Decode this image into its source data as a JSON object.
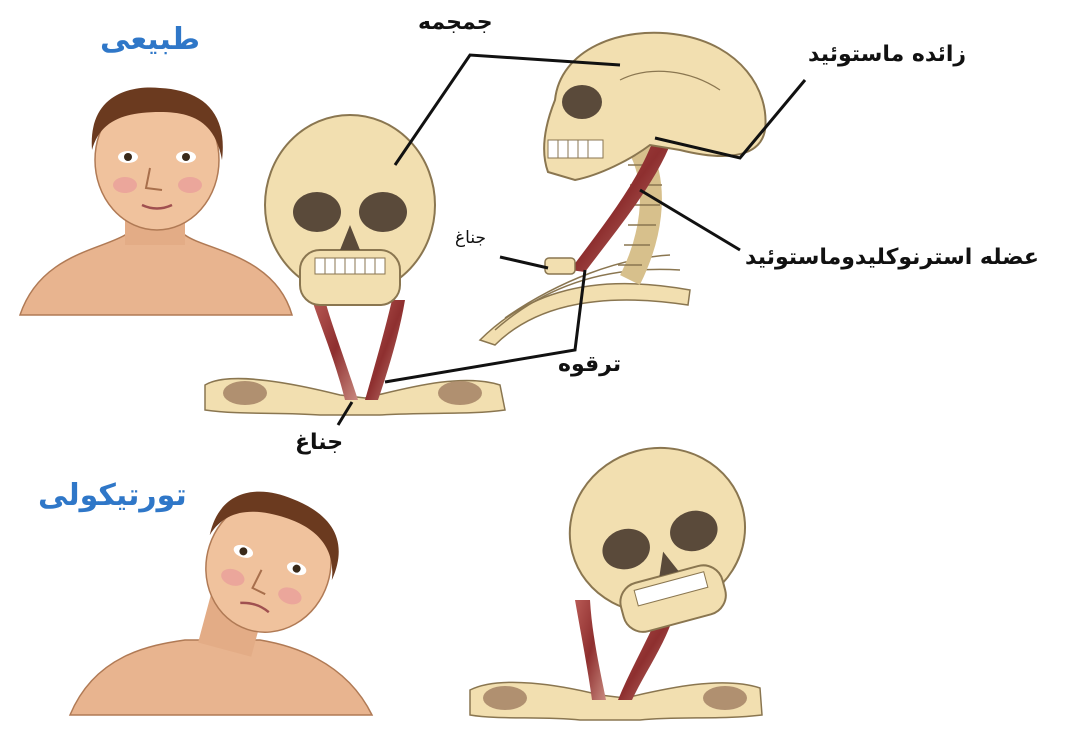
{
  "labels": {
    "normal_title": "طبیعی",
    "torticollis_title": "تورتیکولی",
    "skull": "جمجمه",
    "mastoid_process": "زائده ماستوئید",
    "scm_muscle": "عضله استرنوکلیدوماستوئید",
    "sternum_upper": "جناغ",
    "sternum_lower": "جناغ",
    "clavicle": "ترقوه"
  },
  "colors": {
    "title": "#2f77c8",
    "bone": "#f2dfb0",
    "bone_outline": "#8a7650",
    "muscle": "#9b3a3a",
    "skin": "#e8b48f",
    "hair": "#6b3a1f",
    "leader_line": "#111111"
  }
}
